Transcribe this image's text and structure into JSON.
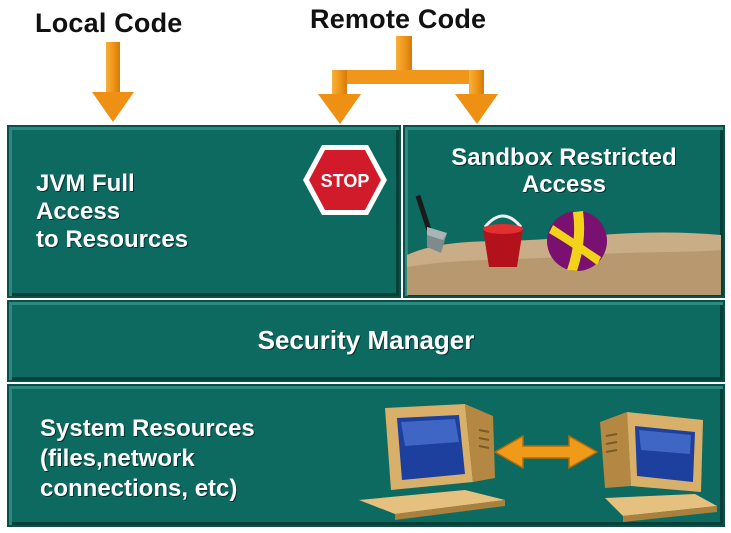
{
  "labels": {
    "local_code": "Local Code",
    "remote_code": "Remote Code"
  },
  "panels": {
    "jvm": [
      "JVM Full",
      "Access",
      "to Resources"
    ],
    "sandbox": [
      "Sandbox Restricted",
      "Access"
    ],
    "security_manager": "Security Manager",
    "system": [
      "System Resources",
      "(files,network",
      "connections, etc)"
    ]
  },
  "stop_sign": "STOP",
  "colors": {
    "panel": "#0d6a60",
    "arrow": "#f09a1a",
    "stop": "#d11a2a",
    "sand": "#c9ad86"
  },
  "icons": [
    "orange-arrow-icon",
    "stop-sign-icon",
    "shovel-icon",
    "bucket-icon",
    "beach-ball-icon",
    "computer-icon",
    "double-arrow-icon"
  ]
}
